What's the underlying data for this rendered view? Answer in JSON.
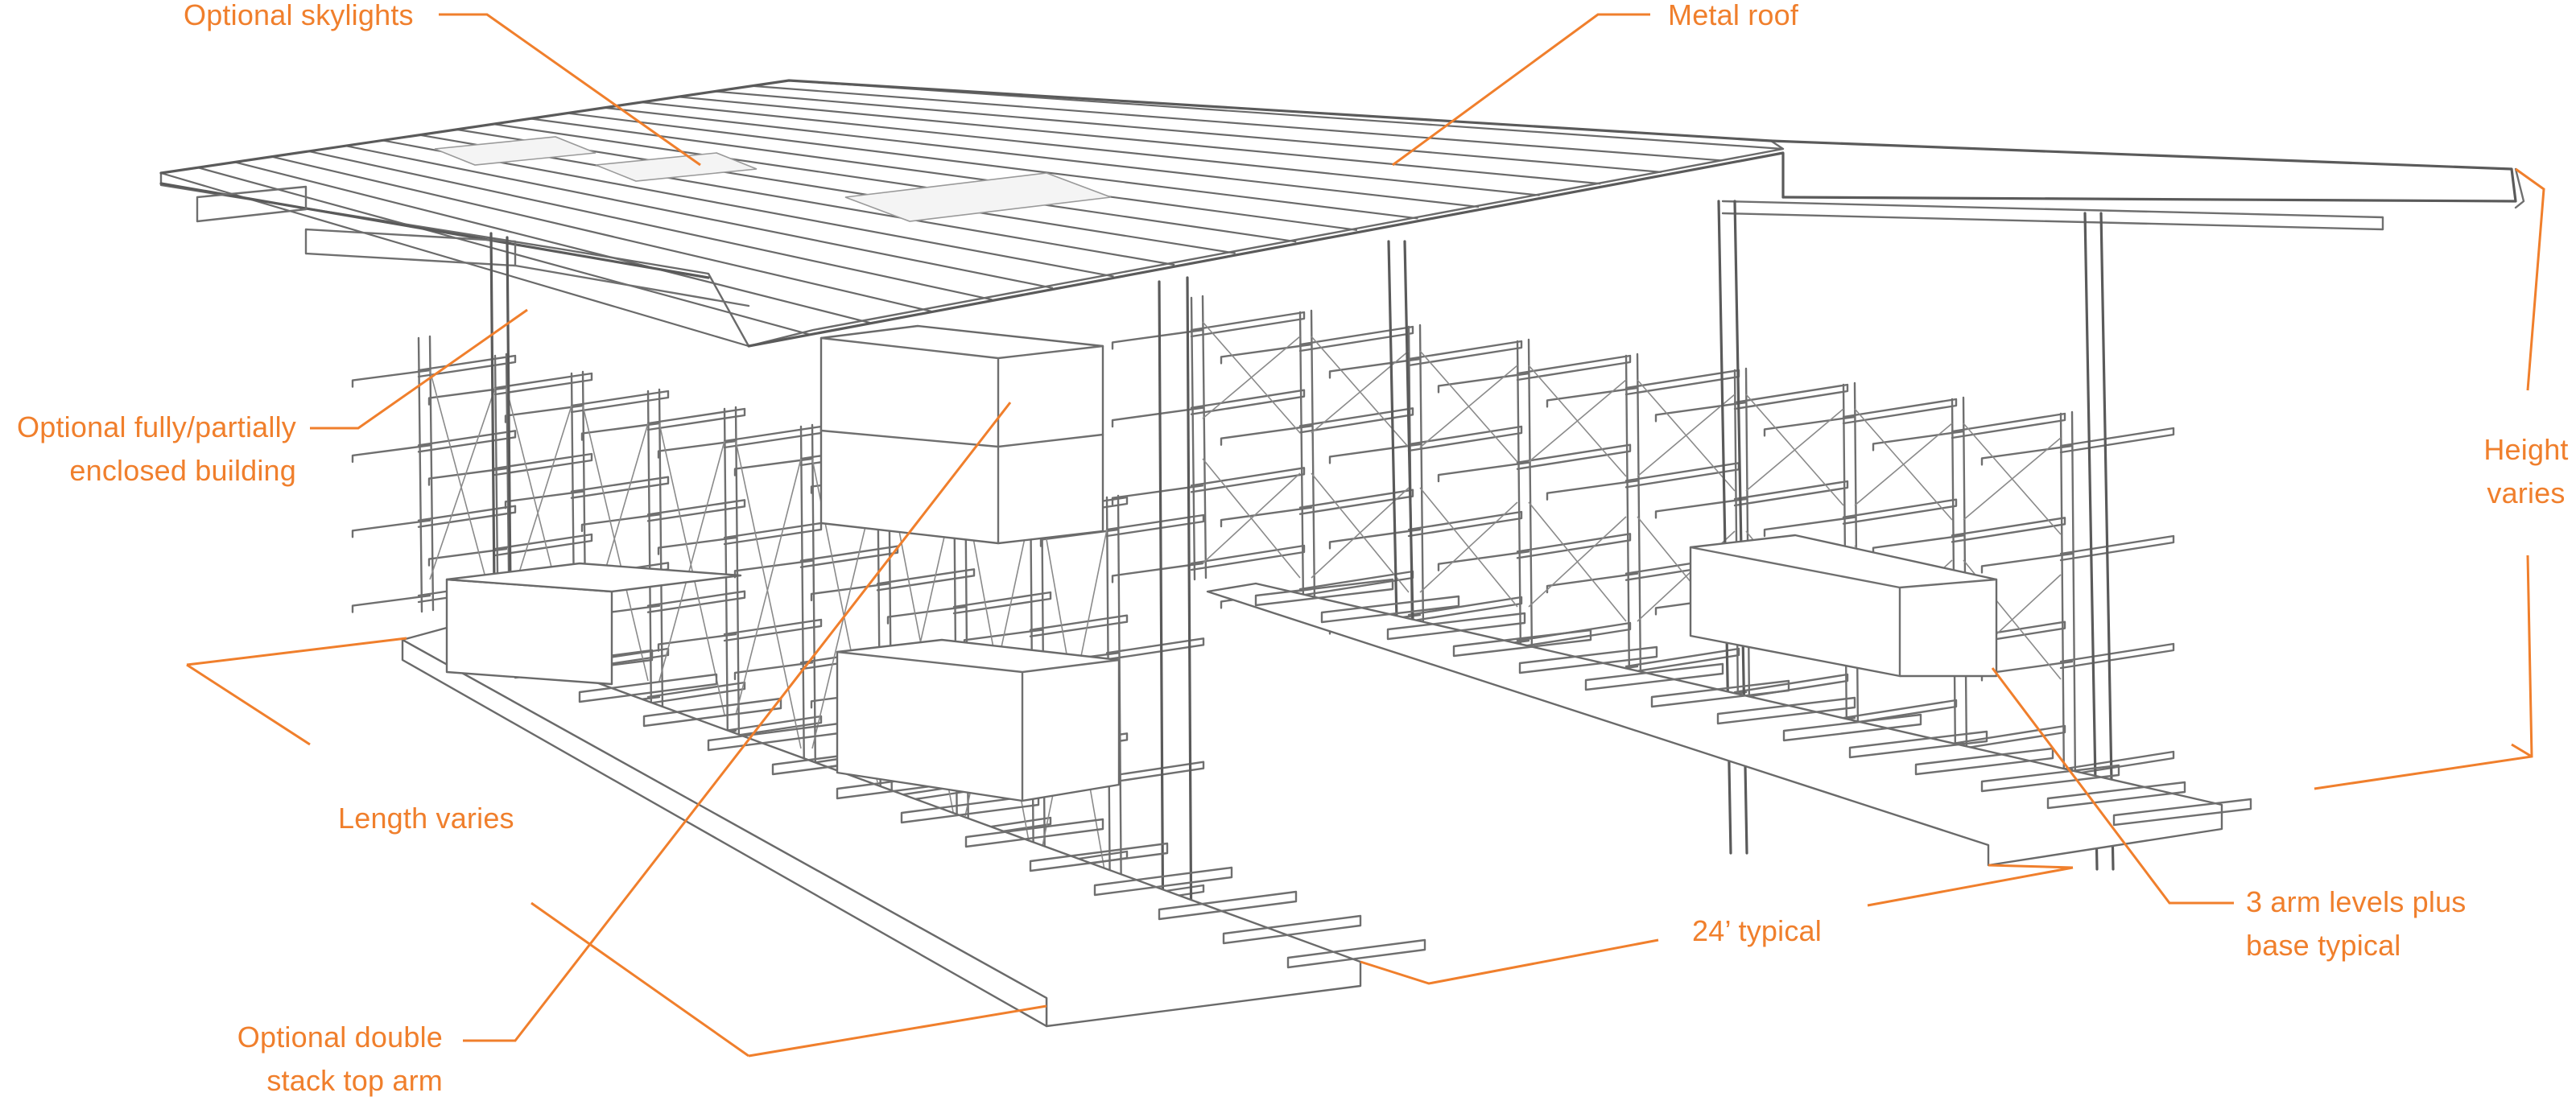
{
  "colors": {
    "label": "#f07f2c",
    "line_art": "#6a6a6a",
    "background": "#ffffff"
  },
  "labels": {
    "optional_skylights": "Optional skylights",
    "metal_roof": "Metal roof",
    "enclosed_building": [
      "Optional fully/partially",
      "enclosed building"
    ],
    "height_varies": [
      "Height",
      "varies"
    ],
    "length_varies": "Length varies",
    "width_typical": "24’ typical",
    "arm_levels": [
      "3 arm levels plus",
      "base typical"
    ],
    "double_stack": [
      "Optional double",
      "stack top arm"
    ]
  }
}
